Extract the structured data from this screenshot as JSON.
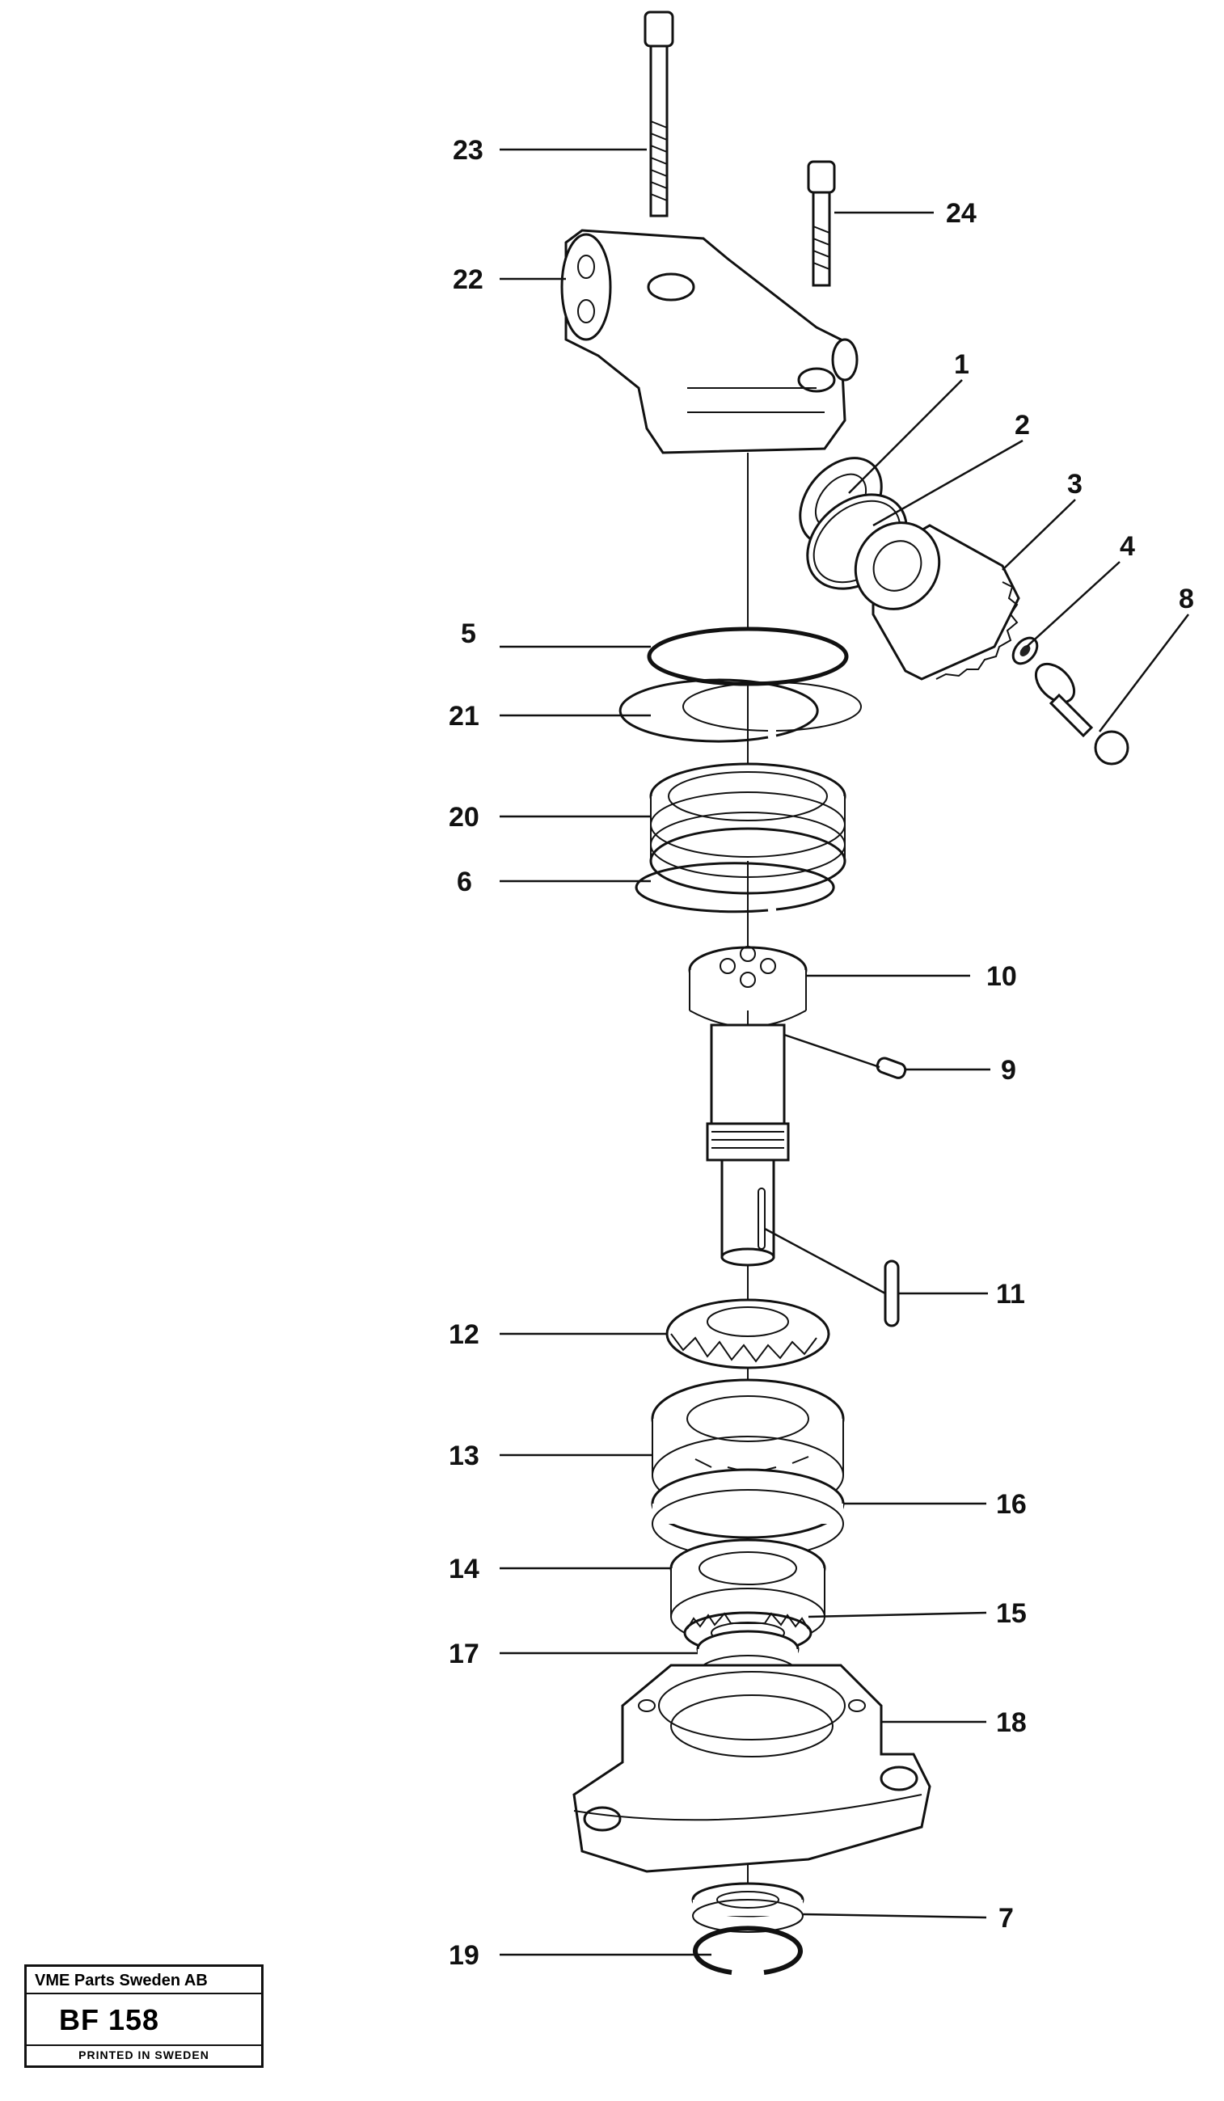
{
  "diagram": {
    "type": "exploded-parts-view",
    "callouts": [
      "1",
      "2",
      "3",
      "4",
      "5",
      "6",
      "7",
      "8",
      "9",
      "10",
      "11",
      "12",
      "13",
      "14",
      "15",
      "16",
      "17",
      "18",
      "19",
      "20",
      "21",
      "22",
      "23",
      "24"
    ]
  },
  "title_block": {
    "company": "VME Parts Sweden AB",
    "code": "BF 158",
    "printed": "PRINTED IN SWEDEN"
  }
}
